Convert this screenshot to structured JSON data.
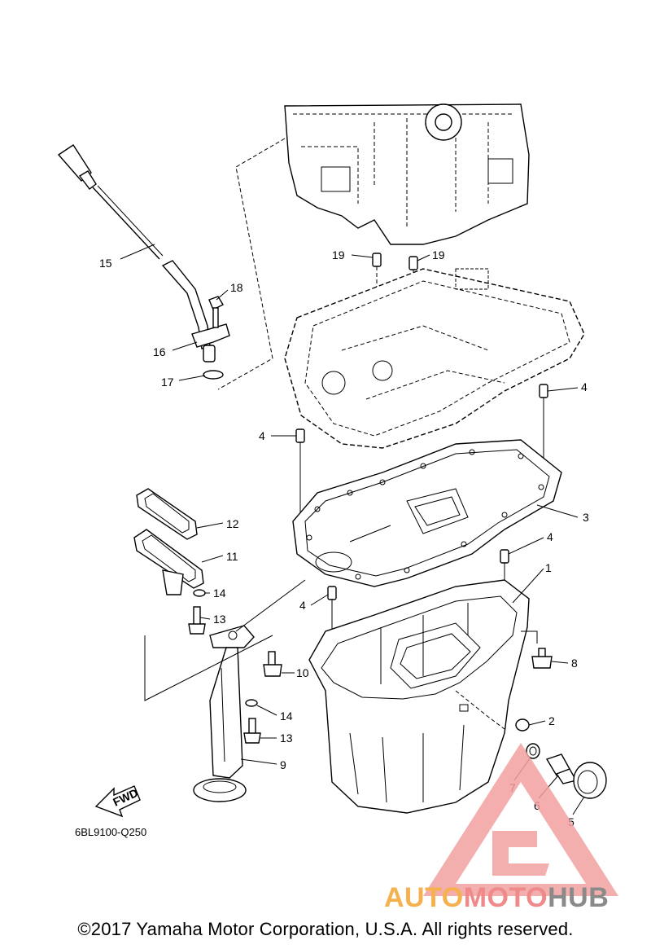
{
  "diagram": {
    "code": "6BL9100-Q250",
    "copyright": "©2017 Yamaha Motor Corporation, U.S.A. All rights reserved.",
    "fwd_label": "FWD",
    "callouts": [
      {
        "id": "1",
        "text": "1"
      },
      {
        "id": "2",
        "text": "2"
      },
      {
        "id": "3",
        "text": "3"
      },
      {
        "id": "4a",
        "text": "4"
      },
      {
        "id": "4b",
        "text": "4"
      },
      {
        "id": "4c",
        "text": "4"
      },
      {
        "id": "4d",
        "text": "4"
      },
      {
        "id": "5",
        "text": "5"
      },
      {
        "id": "6",
        "text": "6"
      },
      {
        "id": "7",
        "text": "7"
      },
      {
        "id": "8",
        "text": "8"
      },
      {
        "id": "9",
        "text": "9"
      },
      {
        "id": "10",
        "text": "10"
      },
      {
        "id": "11",
        "text": "11"
      },
      {
        "id": "12",
        "text": "12"
      },
      {
        "id": "13a",
        "text": "13"
      },
      {
        "id": "13b",
        "text": "13"
      },
      {
        "id": "14a",
        "text": "14"
      },
      {
        "id": "14b",
        "text": "14"
      },
      {
        "id": "15",
        "text": "15"
      },
      {
        "id": "16",
        "text": "16"
      },
      {
        "id": "17",
        "text": "17"
      },
      {
        "id": "18",
        "text": "18"
      },
      {
        "id": "19a",
        "text": "19"
      },
      {
        "id": "19b",
        "text": "19"
      }
    ]
  },
  "watermark": {
    "part1": "AUTO",
    "part2": "MOTO",
    "part3": "HUB",
    "colors": {
      "auto": "#f6b04d",
      "moto": "#f08a8a",
      "hub": "#8a8a8a",
      "triangle": "#f2a0a0"
    }
  }
}
